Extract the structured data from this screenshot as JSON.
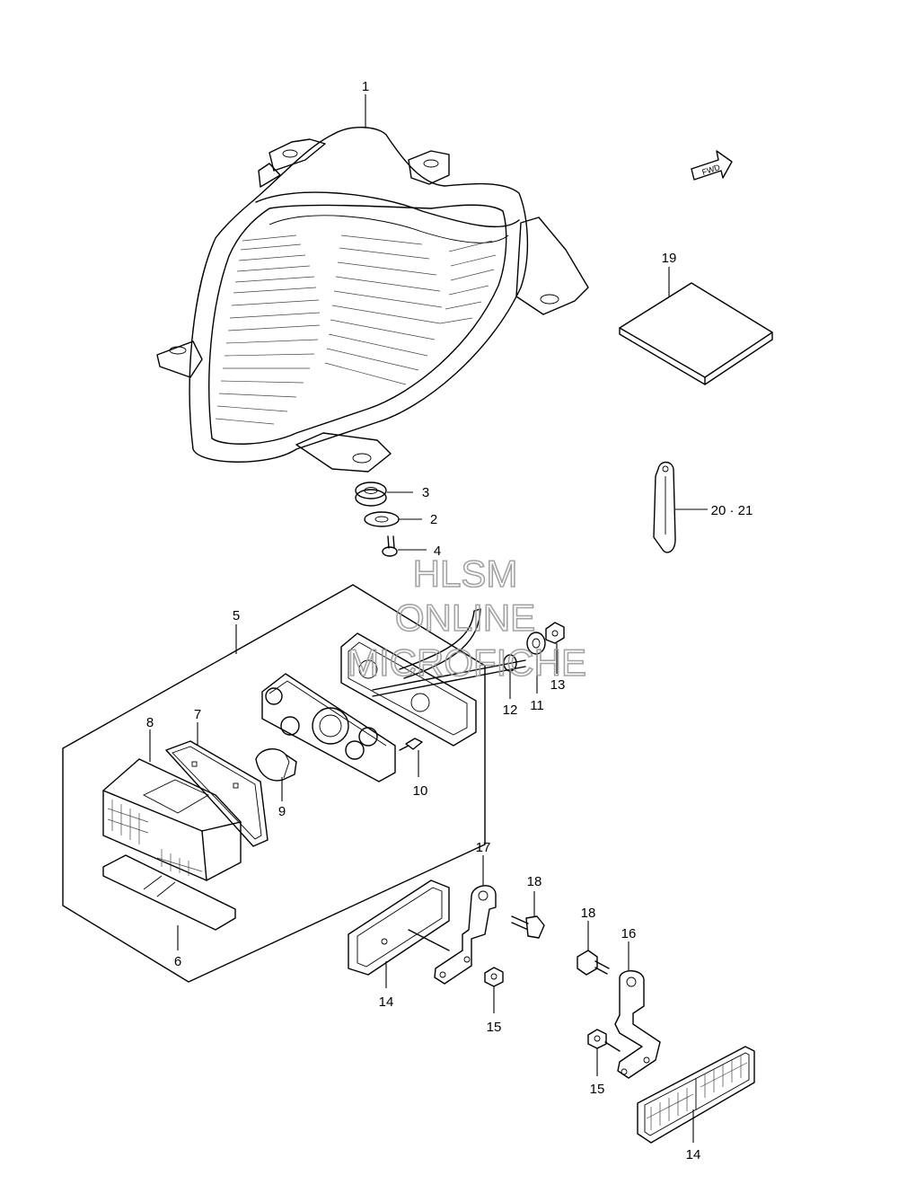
{
  "fwd_label": "FWD",
  "watermark": {
    "line1": "HLSM",
    "line2": "ONLINE",
    "line3": "MICROFICHE"
  },
  "callouts": [
    {
      "id": "c1",
      "label": "1"
    },
    {
      "id": "c2",
      "label": "2"
    },
    {
      "id": "c3",
      "label": "3"
    },
    {
      "id": "c4",
      "label": "4"
    },
    {
      "id": "c5",
      "label": "5"
    },
    {
      "id": "c6",
      "label": "6"
    },
    {
      "id": "c7",
      "label": "7"
    },
    {
      "id": "c8",
      "label": "8"
    },
    {
      "id": "c9",
      "label": "9"
    },
    {
      "id": "c10",
      "label": "10"
    },
    {
      "id": "c11",
      "label": "11"
    },
    {
      "id": "c12",
      "label": "12"
    },
    {
      "id": "c13",
      "label": "13"
    },
    {
      "id": "c14a",
      "label": "14"
    },
    {
      "id": "c14b",
      "label": "14"
    },
    {
      "id": "c15a",
      "label": "15"
    },
    {
      "id": "c15b",
      "label": "15"
    },
    {
      "id": "c16",
      "label": "16"
    },
    {
      "id": "c17",
      "label": "17"
    },
    {
      "id": "c18a",
      "label": "18"
    },
    {
      "id": "c18b",
      "label": "18"
    },
    {
      "id": "c19",
      "label": "19"
    },
    {
      "id": "c2021",
      "label": "20 · 21"
    }
  ]
}
